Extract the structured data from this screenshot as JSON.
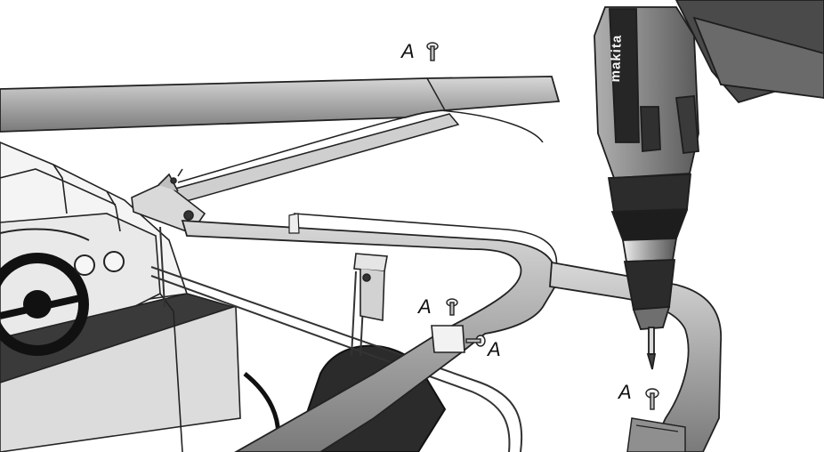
{
  "figure": {
    "callout_letter": "A",
    "drill_brand": "makita",
    "colors": {
      "drill_body": "#8c8c8c",
      "drill_dark": "#2f2f2f",
      "frame": "#9a9a9a",
      "boat": "#e6e6e6"
    }
  },
  "labels": [
    {
      "id": "A1",
      "text": "A"
    },
    {
      "id": "A2",
      "text": "A"
    },
    {
      "id": "A3",
      "text": "A"
    },
    {
      "id": "A4",
      "text": "A"
    }
  ]
}
